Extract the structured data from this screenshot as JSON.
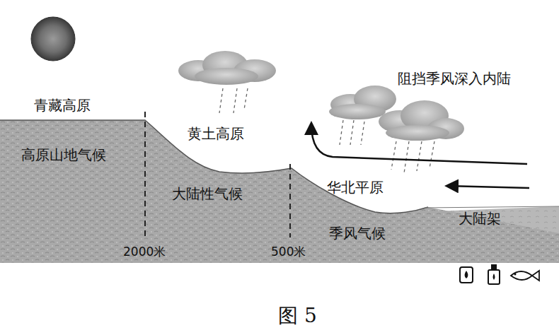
{
  "diagram": {
    "caption": "图 5",
    "labels": [
      "青藏高原",
      "高原山地气候",
      "黄土高原",
      "大陆性气候",
      "阻挡季风深入内陆",
      "华北平原",
      "季风气候",
      "大陆架",
      "2000米",
      "500米"
    ]
  }
}
